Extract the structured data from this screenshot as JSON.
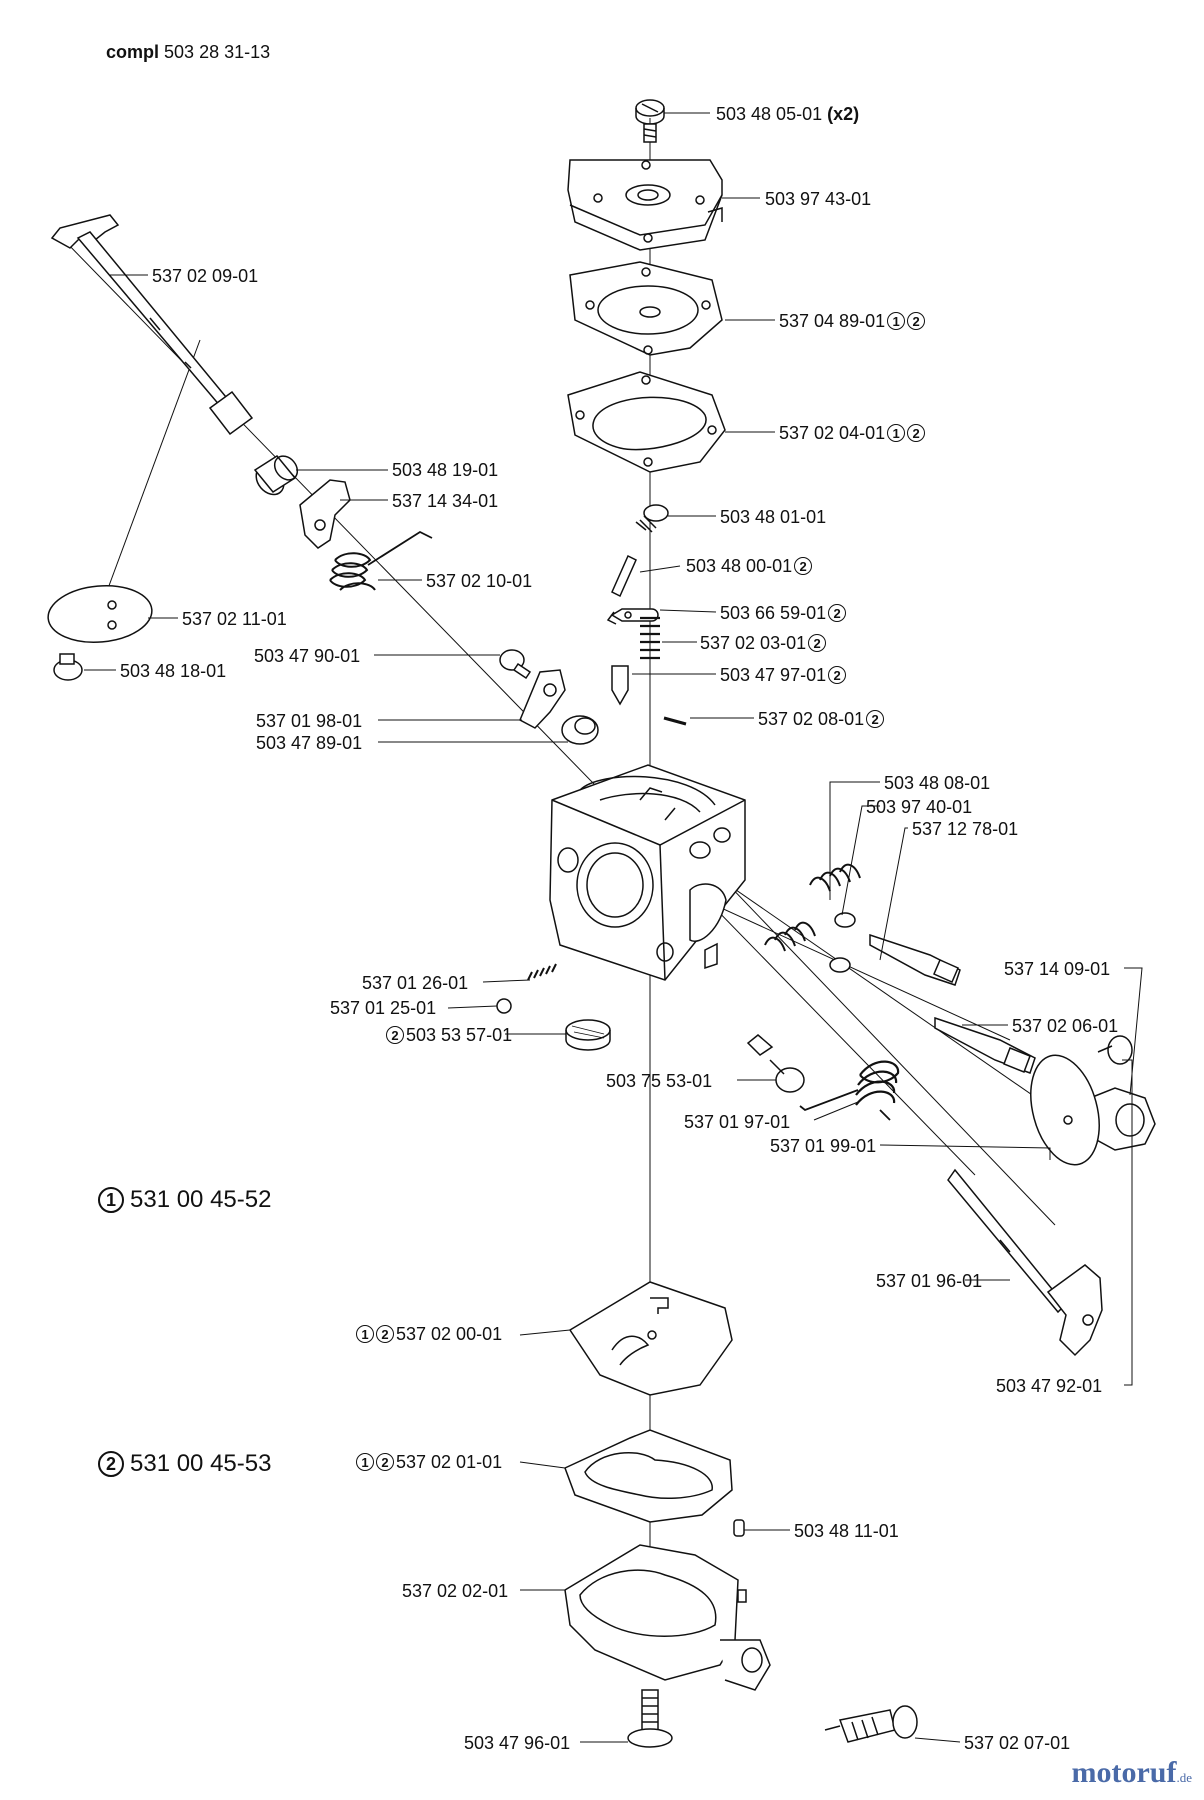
{
  "header": {
    "compl_word": "compl",
    "compl_number": "503 28 31-13"
  },
  "kits": [
    {
      "marker": "1",
      "number": "531 00 45-52"
    },
    {
      "marker": "2",
      "number": "531 00 45-53"
    }
  ],
  "parts": {
    "p01": {
      "text": "503 48 05-01",
      "suffix": "(x2)"
    },
    "p02": {
      "text": "503 97 43-01"
    },
    "p03": {
      "text": "537 04 89-01",
      "markers": [
        "1",
        "2"
      ]
    },
    "p04": {
      "text": "537 02 04-01",
      "markers": [
        "1",
        "2"
      ]
    },
    "p05": {
      "text": "503 48 01-01"
    },
    "p06": {
      "text": "503 48 00-01",
      "markers": [
        "2"
      ]
    },
    "p07": {
      "text": "503 66 59-01",
      "markers": [
        "2"
      ]
    },
    "p08": {
      "text": "537 02 03-01",
      "markers": [
        "2"
      ]
    },
    "p09": {
      "text": "503 47 97-01",
      "markers": [
        "2"
      ]
    },
    "p10": {
      "text": "537 02 08-01",
      "markers": [
        "2"
      ]
    },
    "p11": {
      "text": "537 02 09-01"
    },
    "p12": {
      "text": "503 48 19-01"
    },
    "p13": {
      "text": "537 14 34-01"
    },
    "p14": {
      "text": "537 02 10-01"
    },
    "p15": {
      "text": "537 02 11-01"
    },
    "p16": {
      "text": "503 48 18-01"
    },
    "p17": {
      "text": "503 47 90-01"
    },
    "p18": {
      "text": "537 01 98-01"
    },
    "p19": {
      "text": "503 47 89-01"
    },
    "p20": {
      "text": "503 48 08-01"
    },
    "p21": {
      "text": "503 97 40-01"
    },
    "p22": {
      "text": "537 12 78-01"
    },
    "p23": {
      "text": "537 14 09-01"
    },
    "p24": {
      "text": "537 02 06-01"
    },
    "p25": {
      "text": "537 01 26-01"
    },
    "p26": {
      "text": "537 01 25-01"
    },
    "p27": {
      "text": "503 53 57-01",
      "prefix_markers": [
        "2"
      ]
    },
    "p28": {
      "text": "503 75 53-01"
    },
    "p29": {
      "text": "537 01 97-01"
    },
    "p30": {
      "text": "537 01 99-01"
    },
    "p31": {
      "text": "537 01 96-01"
    },
    "p32": {
      "text": "503 47 92-01"
    },
    "p33": {
      "text": "537 02 00-01",
      "prefix_markers": [
        "1",
        "2"
      ]
    },
    "p34": {
      "text": "537 02 01-01",
      "prefix_markers": [
        "1",
        "2"
      ]
    },
    "p35": {
      "text": "503 48 11-01"
    },
    "p36": {
      "text": "537 02 02-01"
    },
    "p37": {
      "text": "503 47 96-01"
    },
    "p38": {
      "text": "537 02 07-01"
    }
  },
  "brand": {
    "name": "motoruf",
    "domain": ".de"
  },
  "colors": {
    "ink": "#111111",
    "brand": "#4a6aa8"
  }
}
